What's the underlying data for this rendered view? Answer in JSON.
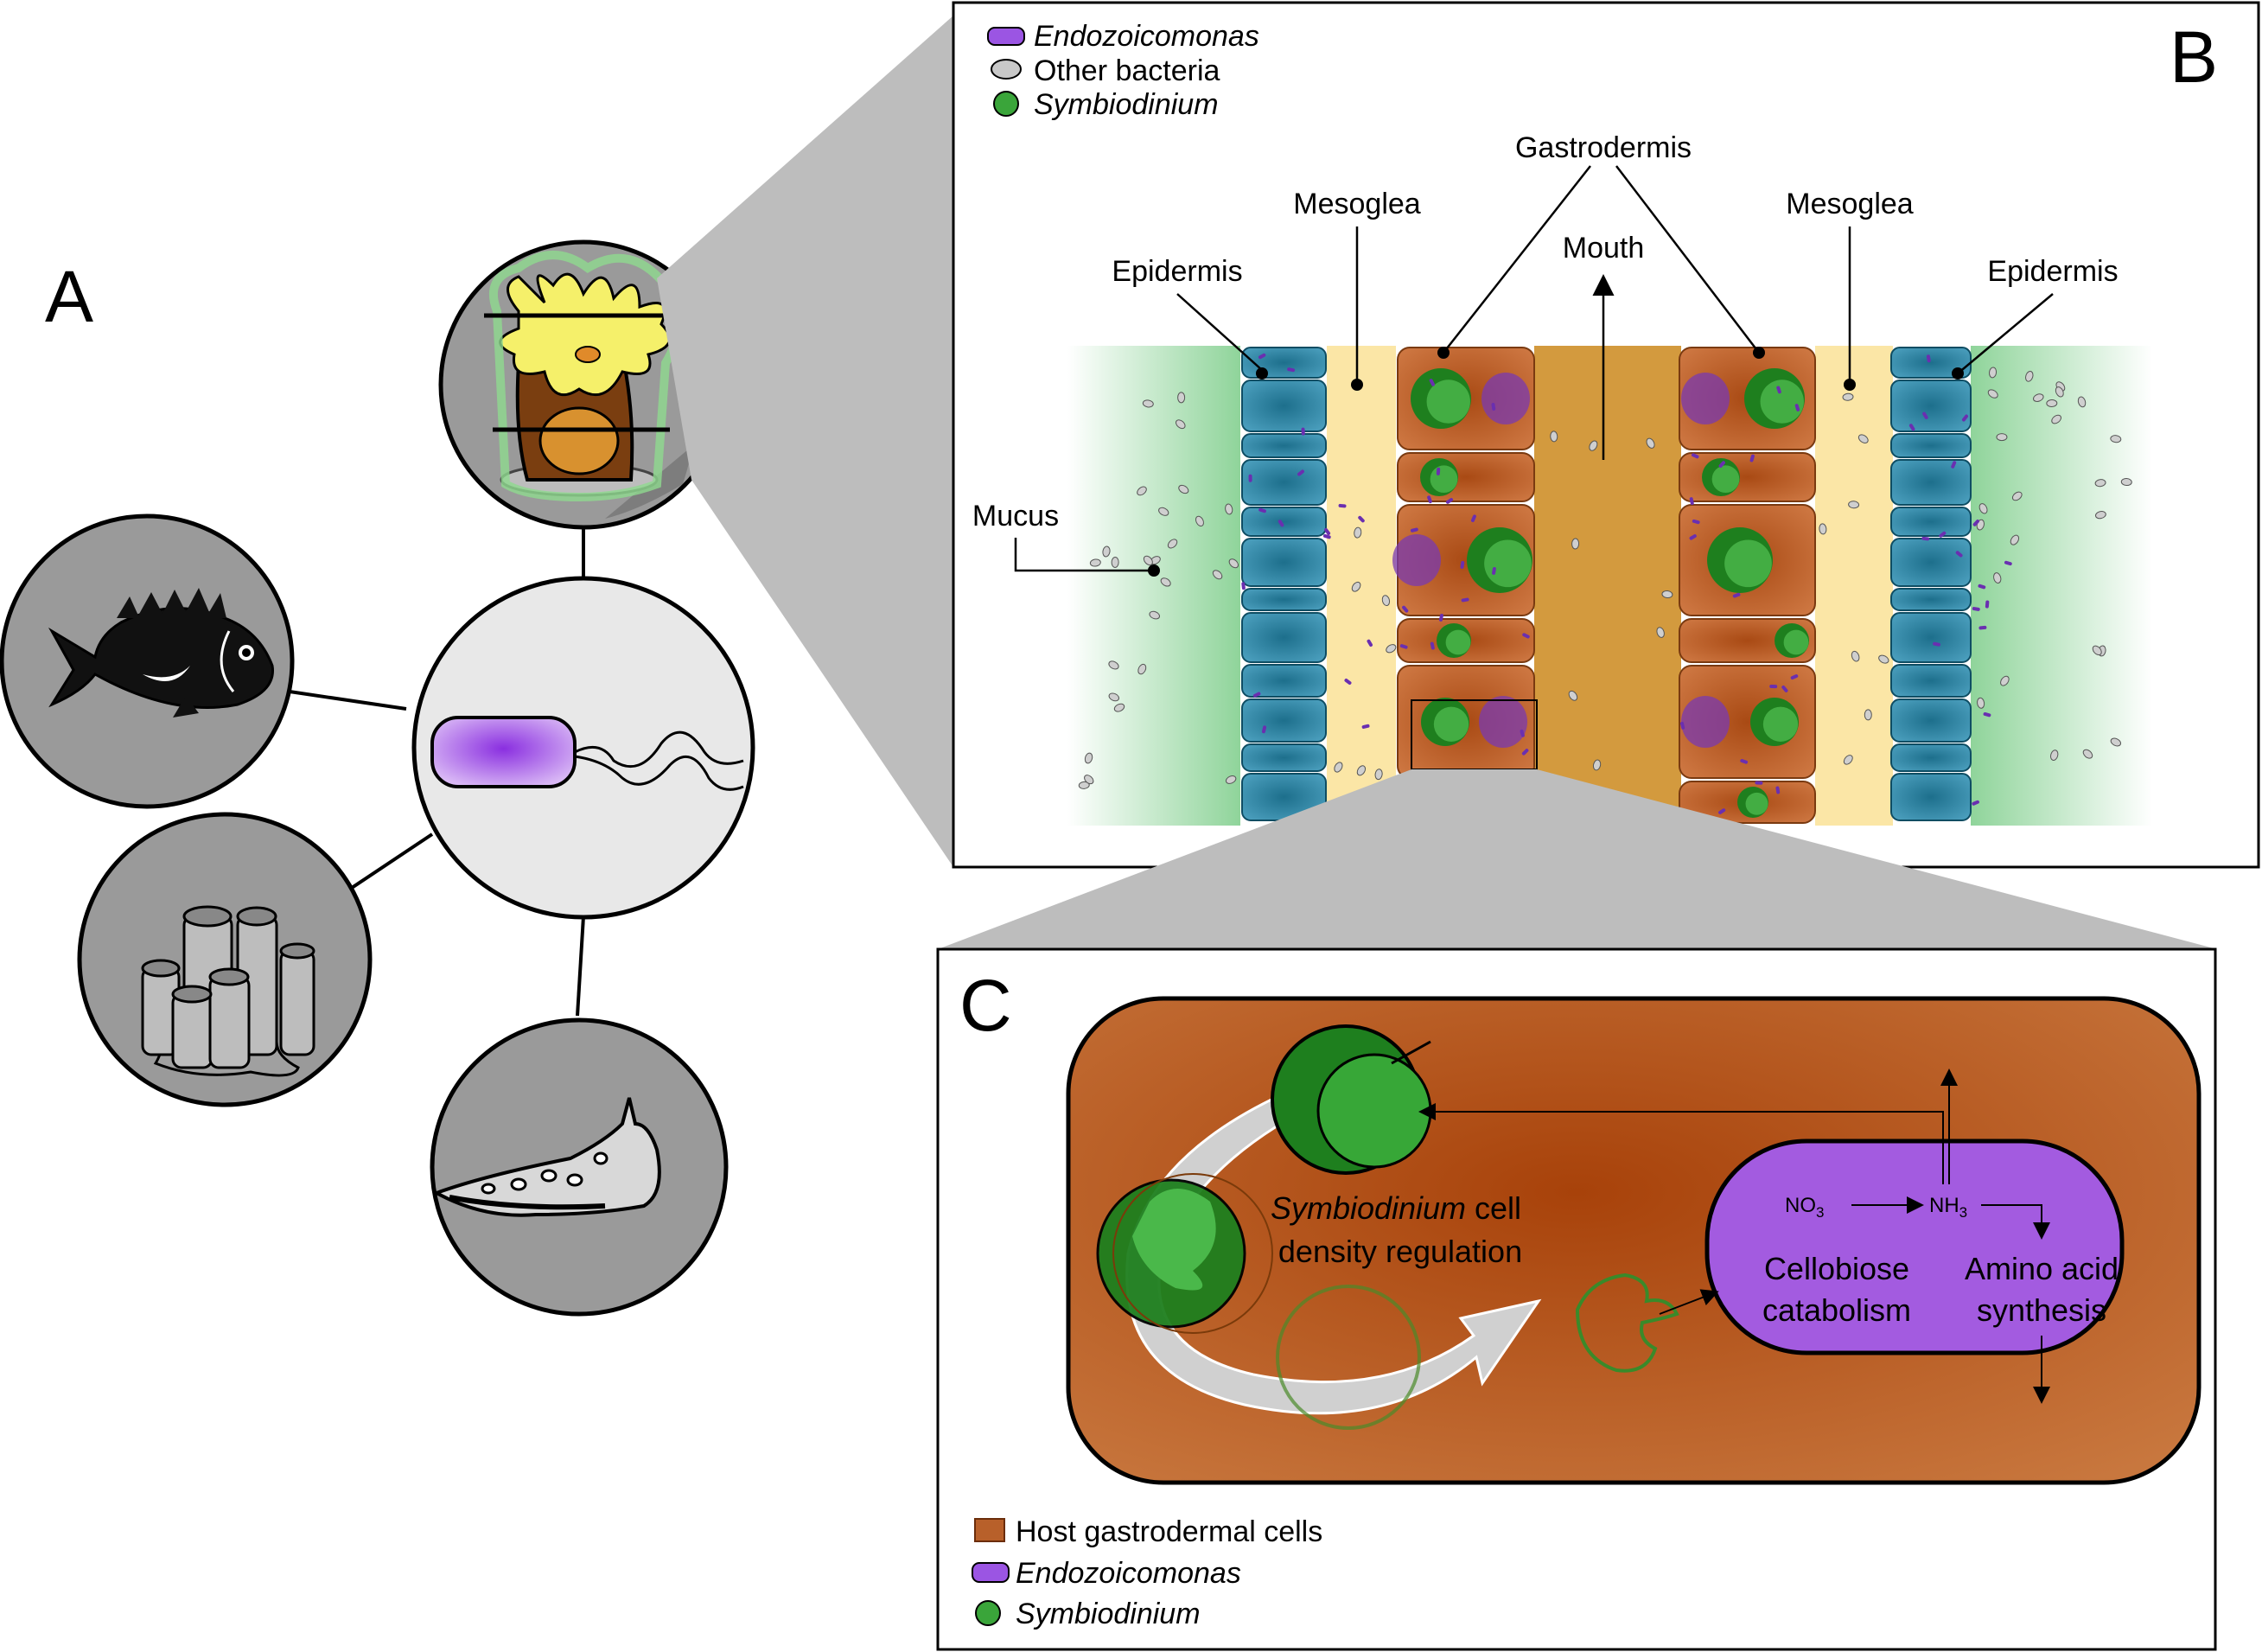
{
  "panel_a": {
    "letter": "A"
  },
  "panel_b": {
    "letter": "B",
    "legend": [
      {
        "label": "Endozoicomonas",
        "italic": true,
        "color": "#9b55e3",
        "shape": "rod"
      },
      {
        "label": "Other bacteria",
        "italic": false,
        "color": "#c8c8c8",
        "shape": "oval"
      },
      {
        "label": "Symbiodinium",
        "italic": true,
        "color": "#3aa53a",
        "shape": "circle"
      }
    ],
    "labels": {
      "gastrodermis": "Gastrodermis",
      "mesoglea_left": "Mesoglea",
      "mesoglea_right": "Mesoglea",
      "mouth": "Mouth",
      "epidermis_left": "Epidermis",
      "epidermis_right": "Epidermis",
      "mucus": "Mucus"
    },
    "colors": {
      "mucus": "#8fd49a",
      "epidermis": "#2a7fa0",
      "mesoglea": "#fbe6a6",
      "gastrodermis": "#b8602a",
      "mouth": "#d39a3e"
    }
  },
  "panel_c": {
    "letter": "C",
    "process_title_italic": "Symbiodinium",
    "process_title_rest": " cell",
    "process_title_line2": "density regulation",
    "no3": "NO",
    "no3_sub": "3",
    "nh3": "NH",
    "nh3_sub": "3",
    "catabolism_line1": "Cellobiose",
    "catabolism_line2": "catabolism",
    "synthesis_line1": "Amino acid",
    "synthesis_line2": "synthesis",
    "legend": [
      {
        "label": "Host gastrodermal cells",
        "italic": false,
        "color": "#b8602a",
        "shape": "square"
      },
      {
        "label": "Endozoicomonas",
        "italic": true,
        "color": "#9b55e3",
        "shape": "rod"
      },
      {
        "label": "Symbiodinium",
        "italic": true,
        "color": "#3aa53a",
        "shape": "circle"
      }
    ],
    "colors": {
      "cell": "#b5561e",
      "bacterium": "#a35be0",
      "symbiont": "#2e9a2e"
    }
  }
}
